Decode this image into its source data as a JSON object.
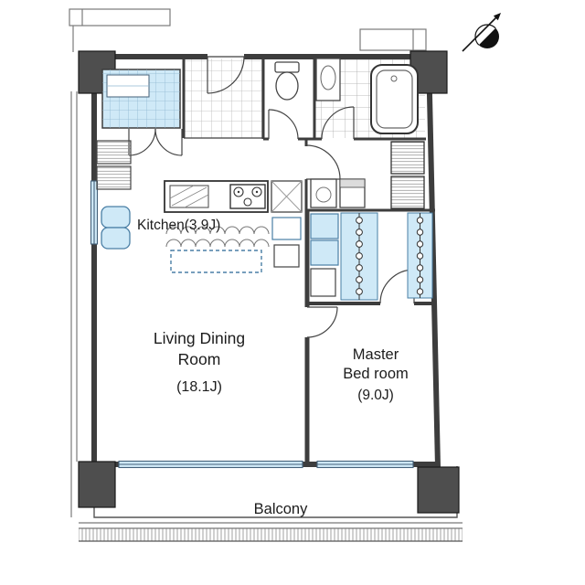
{
  "page": {
    "title": "Apartment Floor Plan",
    "background": "#ffffff"
  },
  "labels": {
    "kitchen": "Kitchen(3.9J)",
    "living_line1": "Living Dining",
    "living_line2": "Room",
    "living_size": "(18.1J)",
    "master_line1": "Master",
    "master_line2": "Bed room",
    "master_size": "(9.0J)",
    "balcony": "Balcony"
  },
  "colors": {
    "wall": "#3d3d3d",
    "column": "#4e4e4e",
    "window_fill": "#cfe9f7",
    "window_stroke": "#4a7fa5",
    "tile_line": "#ababab",
    "text": "#1c1c1c"
  },
  "icons": {
    "north_arrow": "north-arrow",
    "fixtures": [
      "bathtub",
      "toilet",
      "washbasin",
      "kitchen-sink",
      "stove",
      "refrigerator",
      "sofa",
      "dining-table",
      "closet-hanger-rod",
      "washer",
      "shelf",
      "entrance-door",
      "balcony-drain"
    ]
  }
}
